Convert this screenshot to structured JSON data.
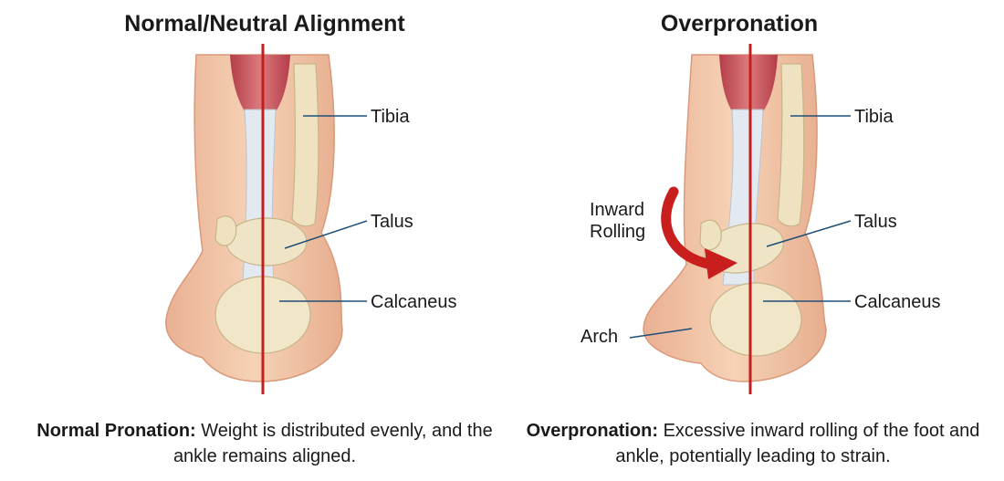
{
  "panels": {
    "normal": {
      "title": "Normal/Neutral Alignment",
      "labels": {
        "tibia": "Tibia",
        "talus": "Talus",
        "calcaneus": "Calcaneus"
      },
      "caption_bold": "Normal Pronation:",
      "caption_text": " Weight is distributed evenly, and the ankle remains aligned."
    },
    "overpronation": {
      "title": "Overpronation",
      "labels": {
        "tibia": "Tibia",
        "talus": "Talus",
        "calcaneus": "Calcaneus",
        "arch": "Arch",
        "inward_line1": "Inward",
        "inward_line2": "Rolling"
      },
      "caption_bold": "Overpronation:",
      "caption_text": " Excessive inward rolling of the foot and ankle, potentially leading to strain."
    }
  },
  "colors": {
    "skin": "#f3c7a6",
    "skin_shadow": "#e3a888",
    "muscle": "#c9505a",
    "tendon": "#dfe6ef",
    "bone": "#efe4c6",
    "bone_outline": "#c7b48a",
    "alignment_line": "#c21f1f",
    "arrow": "#c81e1e",
    "leader": "#1f4f78"
  }
}
